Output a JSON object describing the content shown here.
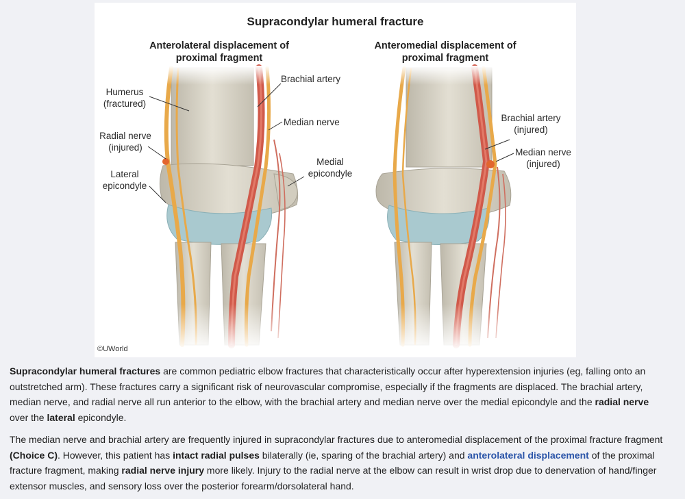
{
  "figure": {
    "title": "Supracondylar humeral fracture",
    "left_panel": {
      "title_line1": "Anterolateral displacement of",
      "title_line2": "proximal fragment",
      "labels": {
        "humerus_1": "Humerus",
        "humerus_2": "(fractured)",
        "radial_1": "Radial nerve",
        "radial_2": "(injured)",
        "lateral_1": "Lateral",
        "lateral_2": "epicondyle",
        "brachial": "Brachial artery",
        "median": "Median nerve",
        "medial_1": "Medial",
        "medial_2": "epicondyle"
      }
    },
    "right_panel": {
      "title_line1": "Anteromedial displacement of",
      "title_line2": "proximal fragment",
      "labels": {
        "brachial_1": "Brachial artery",
        "brachial_2": "(injured)",
        "median_1": "Median nerve",
        "median_2": "(injured)"
      }
    },
    "copyright": "©UWorld",
    "colors": {
      "bone": "#d6d2c4",
      "cartilage": "#a9c9cf",
      "artery": "#d0594a",
      "nerve": "#e8a94a"
    }
  },
  "text": {
    "p1": {
      "b1": "Supracondylar humeral fractures",
      "t1": " are common pediatric elbow fractures that characteristically occur after hyperextension injuries (eg, falling onto an outstretched arm).  These fractures carry a significant risk of neurovascular compromise, especially if the fragments are displaced.  The brachial artery, median nerve, and radial nerve all run anterior to the elbow, with the brachial artery and median nerve over the medial epicondyle and the ",
      "b2": "radial nerve",
      "t2": " over the ",
      "b3": "lateral",
      "t3": " epicondyle."
    },
    "p2": {
      "t1": "The median nerve and brachial artery are frequently injured in supracondylar fractures due to anteromedial displacement of the proximal fracture fragment ",
      "b1": "(Choice C)",
      "t2": ".  However, this patient has ",
      "b2": "intact radial pulses",
      "t3": " bilaterally (ie, sparing of the brachial artery) and ",
      "h1": "anterolateral displacement",
      "t4": " of the proximal fracture fragment, making ",
      "b3": "radial nerve injury",
      "t5": " more likely.  Injury to the radial nerve at the elbow can result in wrist drop due to denervation of hand/finger extensor muscles, and sensory loss over the posterior forearm/dorsolateral hand."
    }
  }
}
